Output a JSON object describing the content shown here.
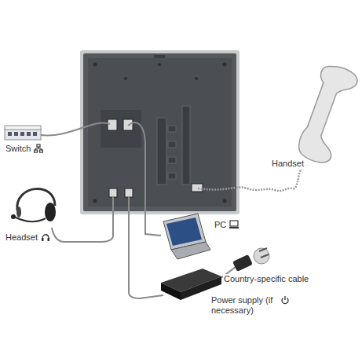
{
  "diagram": {
    "labels": [
      "Switch",
      "Handset",
      "Headset",
      "PC",
      "Country-specific cable",
      "Power supply (if necessary)"
    ]
  }
}
